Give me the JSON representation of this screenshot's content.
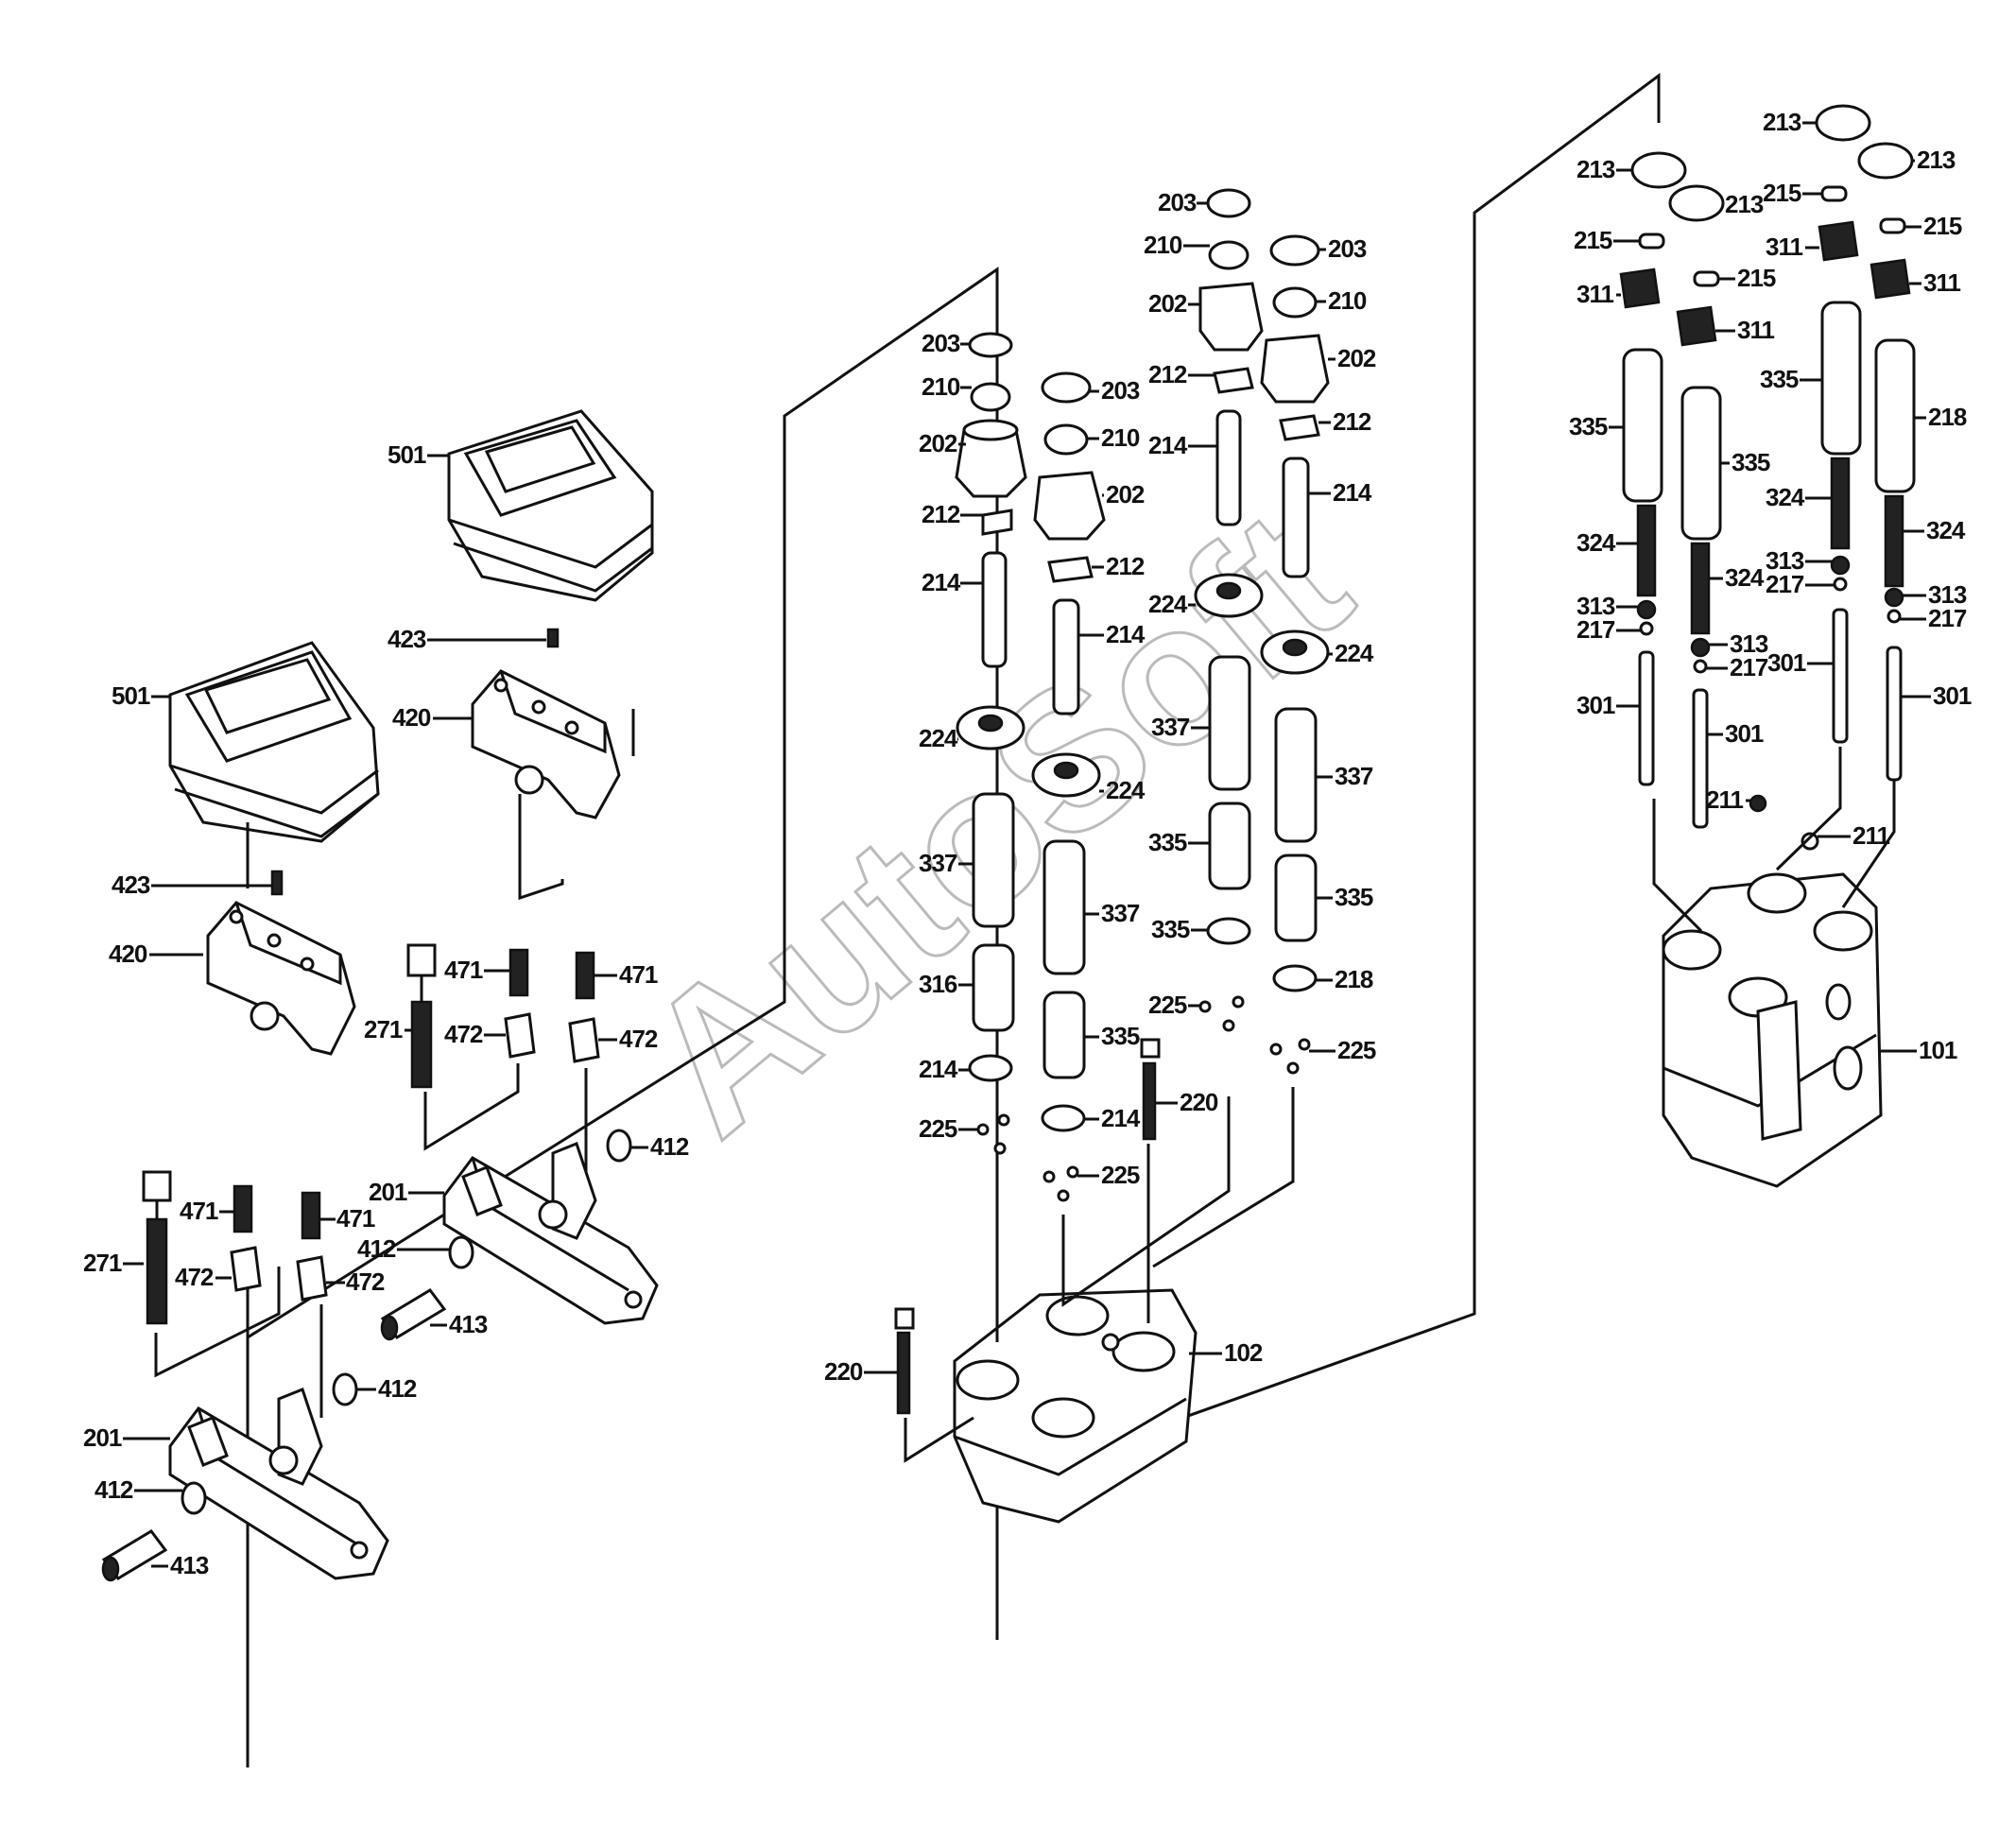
{
  "watermark": "AutoSoft",
  "labels": [
    {
      "id": "l501a",
      "text": "501"
    },
    {
      "id": "l501b",
      "text": "501"
    },
    {
      "id": "l423a",
      "text": "423"
    },
    {
      "id": "l423b",
      "text": "423"
    },
    {
      "id": "l420a",
      "text": "420"
    },
    {
      "id": "l420b",
      "text": "420"
    },
    {
      "id": "l471a",
      "text": "471"
    },
    {
      "id": "l471b",
      "text": "471"
    },
    {
      "id": "l471c",
      "text": "471"
    },
    {
      "id": "l471d",
      "text": "471"
    },
    {
      "id": "l271a",
      "text": "271"
    },
    {
      "id": "l271b",
      "text": "271"
    },
    {
      "id": "l472a",
      "text": "472"
    },
    {
      "id": "l472b",
      "text": "472"
    },
    {
      "id": "l472c",
      "text": "472"
    },
    {
      "id": "l472d",
      "text": "472"
    },
    {
      "id": "l201a",
      "text": "201"
    },
    {
      "id": "l201b",
      "text": "201"
    },
    {
      "id": "l412a",
      "text": "412"
    },
    {
      "id": "l412b",
      "text": "412"
    },
    {
      "id": "l412c",
      "text": "412"
    },
    {
      "id": "l412d",
      "text": "412"
    },
    {
      "id": "l413a",
      "text": "413"
    },
    {
      "id": "l413b",
      "text": "413"
    },
    {
      "id": "l203a",
      "text": "203"
    },
    {
      "id": "l203b",
      "text": "203"
    },
    {
      "id": "l203c",
      "text": "203"
    },
    {
      "id": "l203d",
      "text": "203"
    },
    {
      "id": "l210a",
      "text": "210"
    },
    {
      "id": "l210b",
      "text": "210"
    },
    {
      "id": "l210c",
      "text": "210"
    },
    {
      "id": "l210d",
      "text": "210"
    },
    {
      "id": "l202a",
      "text": "202"
    },
    {
      "id": "l202b",
      "text": "202"
    },
    {
      "id": "l202c",
      "text": "202"
    },
    {
      "id": "l202d",
      "text": "202"
    },
    {
      "id": "l212a",
      "text": "212"
    },
    {
      "id": "l212b",
      "text": "212"
    },
    {
      "id": "l212c",
      "text": "212"
    },
    {
      "id": "l212d",
      "text": "212"
    },
    {
      "id": "l214a",
      "text": "214"
    },
    {
      "id": "l214b",
      "text": "214"
    },
    {
      "id": "l214c",
      "text": "214"
    },
    {
      "id": "l214d",
      "text": "214"
    },
    {
      "id": "l214e",
      "text": "214"
    },
    {
      "id": "l214f",
      "text": "214"
    },
    {
      "id": "l224a",
      "text": "224"
    },
    {
      "id": "l224b",
      "text": "224"
    },
    {
      "id": "l224c",
      "text": "224"
    },
    {
      "id": "l224d",
      "text": "224"
    },
    {
      "id": "l337a",
      "text": "337"
    },
    {
      "id": "l337b",
      "text": "337"
    },
    {
      "id": "l337c",
      "text": "337"
    },
    {
      "id": "l337d",
      "text": "337"
    },
    {
      "id": "l316",
      "text": "316"
    },
    {
      "id": "l335a",
      "text": "335"
    },
    {
      "id": "l335b",
      "text": "335"
    },
    {
      "id": "l335c",
      "text": "335"
    },
    {
      "id": "l335d",
      "text": "335"
    },
    {
      "id": "l335e",
      "text": "335"
    },
    {
      "id": "l335f",
      "text": "335"
    },
    {
      "id": "l335g",
      "text": "335"
    },
    {
      "id": "l218a",
      "text": "218"
    },
    {
      "id": "l218b",
      "text": "218"
    },
    {
      "id": "l225a",
      "text": "225"
    },
    {
      "id": "l225b",
      "text": "225"
    },
    {
      "id": "l225c",
      "text": "225"
    },
    {
      "id": "l225d",
      "text": "225"
    },
    {
      "id": "l220a",
      "text": "220"
    },
    {
      "id": "l220b",
      "text": "220"
    },
    {
      "id": "l102",
      "text": "102"
    },
    {
      "id": "l213a",
      "text": "213"
    },
    {
      "id": "l213b",
      "text": "213"
    },
    {
      "id": "l213c",
      "text": "213"
    },
    {
      "id": "l213d",
      "text": "213"
    },
    {
      "id": "l215a",
      "text": "215"
    },
    {
      "id": "l215b",
      "text": "215"
    },
    {
      "id": "l215c",
      "text": "215"
    },
    {
      "id": "l215d",
      "text": "215"
    },
    {
      "id": "l311a",
      "text": "311"
    },
    {
      "id": "l311b",
      "text": "311"
    },
    {
      "id": "l311c",
      "text": "311"
    },
    {
      "id": "l311d",
      "text": "311"
    },
    {
      "id": "l324a",
      "text": "324"
    },
    {
      "id": "l324b",
      "text": "324"
    },
    {
      "id": "l324c",
      "text": "324"
    },
    {
      "id": "l324d",
      "text": "324"
    },
    {
      "id": "l313a",
      "text": "313"
    },
    {
      "id": "l313b",
      "text": "313"
    },
    {
      "id": "l313c",
      "text": "313"
    },
    {
      "id": "l313d",
      "text": "313"
    },
    {
      "id": "l217a",
      "text": "217"
    },
    {
      "id": "l217b",
      "text": "217"
    },
    {
      "id": "l217c",
      "text": "217"
    },
    {
      "id": "l217d",
      "text": "217"
    },
    {
      "id": "l301a",
      "text": "301"
    },
    {
      "id": "l301b",
      "text": "301"
    },
    {
      "id": "l301c",
      "text": "301"
    },
    {
      "id": "l301d",
      "text": "301"
    },
    {
      "id": "l211a",
      "text": "211"
    },
    {
      "id": "l211b",
      "text": "211"
    },
    {
      "id": "l101",
      "text": "101"
    }
  ]
}
